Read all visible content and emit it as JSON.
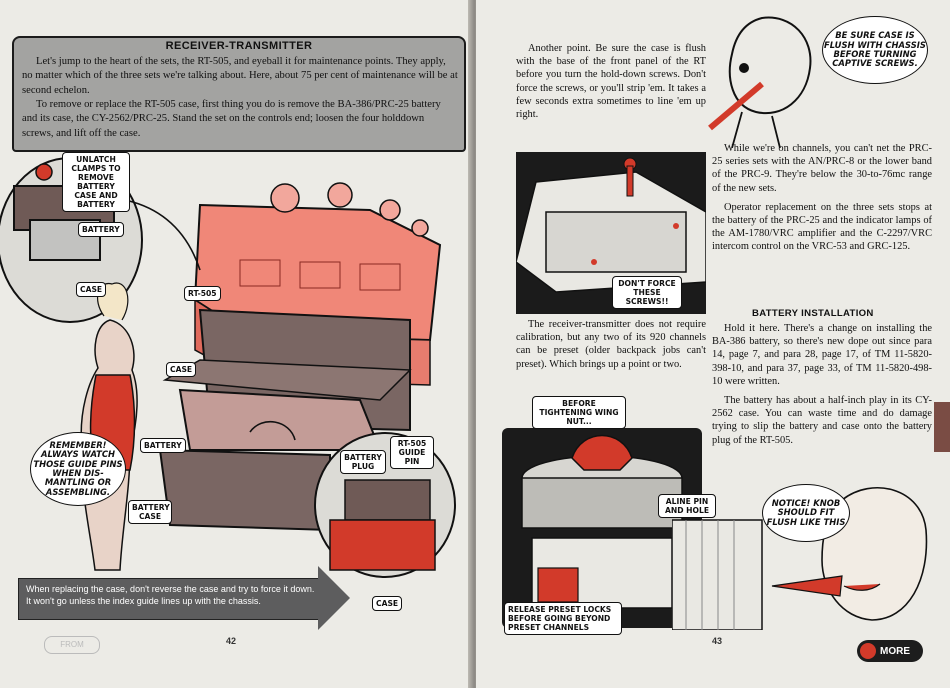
{
  "left_page": {
    "section_title": "RECEIVER-TRANSMITTER",
    "intro_paragraph": "Let's jump to the heart of the sets, the RT-505, and eyeball it for maintenance points. They apply, no matter which of the three sets we're talking about. Here, about 75 per cent of maintenance will be at second echelon.",
    "case_paragraph": "To remove or replace the RT-505 case, first thing you do is remove the BA-386/PRC-25 battery and its case, the CY-2562/PRC-25. Stand the set on the controls end; loosen the four holddown screws, and lift off the case.",
    "labels": {
      "unlatch": "UNLATCH CLAMPS TO REMOVE BATTERY CASE AND BATTERY",
      "battery_small": "BATTERY",
      "case_small": "CASE",
      "rt505": "RT-505",
      "case": "CASE",
      "battery": "BATTERY",
      "battery_case": "BATTERY CASE",
      "battery_plug": "BATTERY PLUG",
      "guide_pin": "RT-505 GUIDE PIN",
      "case_bottom": "CASE"
    },
    "speech_bubble": "REMEMBER! ALWAYS WATCH THOSE GUIDE PINS WHEN DIS-MANTLING OR ASSEMBLING.",
    "arrow_caption": "When replacing the case, don't reverse the case and try to force it down. It won't go unless the index guide lines up with the chassis.",
    "page_number": "42",
    "nav_from": "FROM"
  },
  "right_page": {
    "column_top": "Another point. Be sure the case is flush with the base of the front panel of the RT before you turn the hold-down screws. Don't force the screws, or you'll strip 'em. It takes a few seconds extra sometimes to line 'em up right.",
    "speech_bubble_top": "BE SURE CASE IS FLUSH WITH CHASSIS BEFORE TURNING CAPTIVE SCREWS.",
    "label_dont_force": "DON'T FORCE THESE SCREWS!!",
    "channels_paragraph": "While we're on channels, you can't net the PRC-25 series sets with the AN/PRC-8 or the lower band of the PRC-9. They're below the 30-to-76mc range of the new sets.",
    "operator_paragraph": "Operator replacement on the three sets stops at the battery of the PRC-25 and the indicator lamps of the AM-1780/VRC amplifier and the C-2297/VRC intercom control on the VRC-53 and GRC-125.",
    "rt_paragraph": "The receiver-transmitter does not require calibration, but any two of its 920 channels can be preset (older backpack jobs can't preset). Which brings up a point or two.",
    "battery_section_title": "BATTERY INSTALLATION",
    "battery_paragraph_1": "Hold it here. There's a change on installing the BA-386 battery, so there's new dope out since para 14, page 7, and para 28, page 17, of TM 11-5820-398-10, and para 37, page 33, of TM 11-5820-498-10 were written.",
    "battery_paragraph_2": "The battery has about a half-inch play in its CY-2562 case. You can waste time and do damage trying to slip the battery and case onto the battery plug of the RT-505.",
    "label_wing_nut": "BEFORE TIGHTENING WING NUT...",
    "label_aline": "ALINE PIN AND HOLE",
    "label_release": "RELEASE PRESET LOCKS BEFORE GOING BEYOND PRESET CHANNELS",
    "speech_bubble_bottom": "NOTICE! KNOB SHOULD FIT FLUSH LIKE THIS",
    "page_number": "43",
    "more_button": "MORE"
  },
  "colors": {
    "paper": "#ecebe6",
    "accent_red": "#d23a2a",
    "panel_gray": "#a3a3a1",
    "ink": "#111111"
  }
}
